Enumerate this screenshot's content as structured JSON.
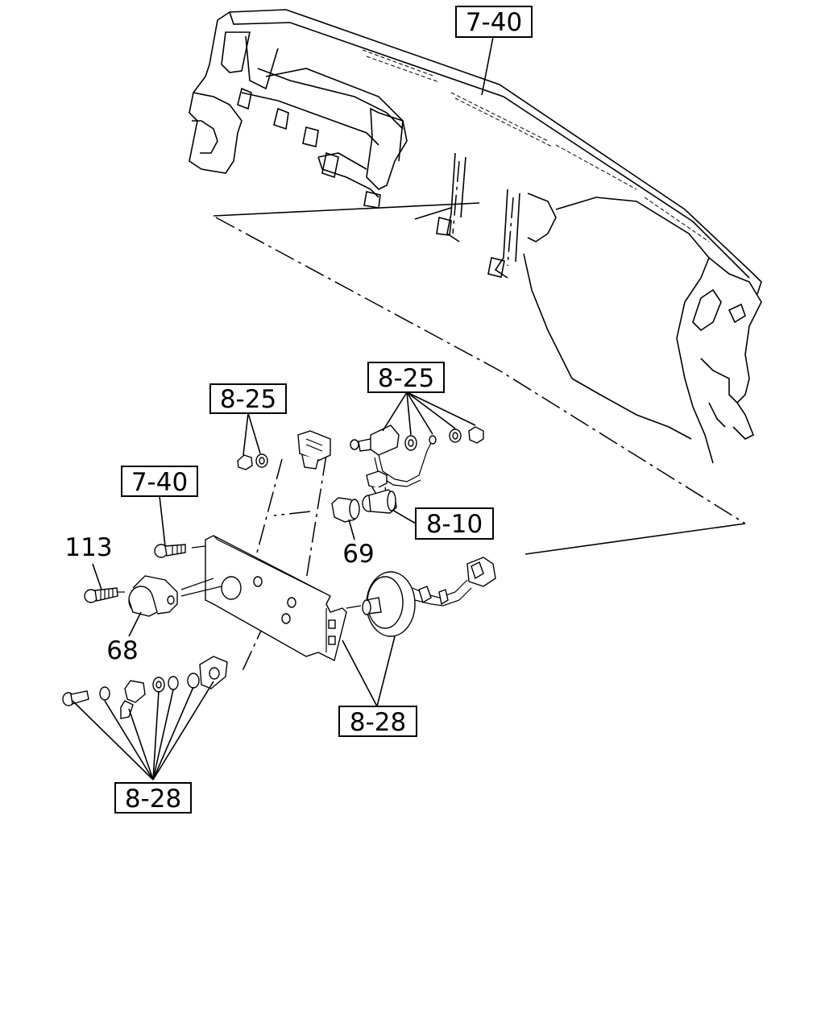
{
  "callouts": {
    "ref_7_40_top": "7-40",
    "ref_8_25_left": "8-25",
    "ref_8_25_right": "8-25",
    "ref_7_40_left": "7-40",
    "ref_8_10": "8-10",
    "ref_8_28_right": "8-28",
    "ref_8_28_bottom": "8-28"
  },
  "part_numbers": {
    "p113": "113",
    "p69": "69",
    "p68": "68"
  }
}
